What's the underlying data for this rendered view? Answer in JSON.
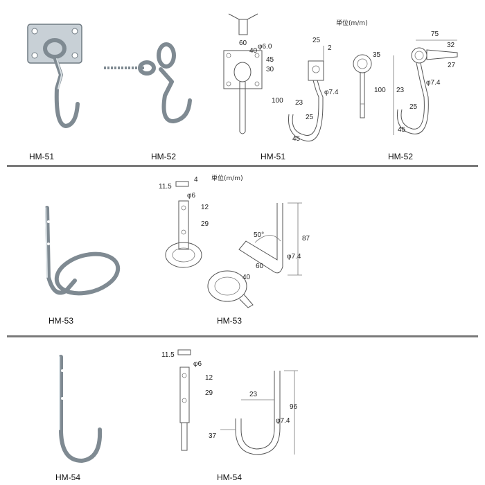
{
  "unit_label": "単位(m/m)",
  "divider_color": "#7a7a7a",
  "section1": {
    "labels": {
      "photo1": "HM-51",
      "photo2": "HM-52",
      "draw1": "HM-51",
      "draw2": "HM-52"
    },
    "hm51_dims": [
      "60",
      "φ6.0",
      "40",
      "45",
      "30",
      "100",
      "23",
      "25",
      "45",
      "25",
      "2",
      "φ7.4"
    ],
    "hm52_dims": [
      "35",
      "100",
      "75",
      "32",
      "27",
      "23",
      "φ7.4",
      "25",
      "45"
    ]
  },
  "section2": {
    "labels": {
      "photo": "HM-53",
      "draw": "HM-53"
    },
    "dims": [
      "11.5",
      "4",
      "φ6",
      "12",
      "29",
      "50°",
      "87",
      "60",
      "φ7.4",
      "40"
    ]
  },
  "section3": {
    "labels": {
      "photo": "HM-54",
      "draw": "HM-54"
    },
    "dims": [
      "11.5",
      "φ6",
      "12",
      "29",
      "23",
      "96",
      "φ7.4",
      "37"
    ]
  }
}
